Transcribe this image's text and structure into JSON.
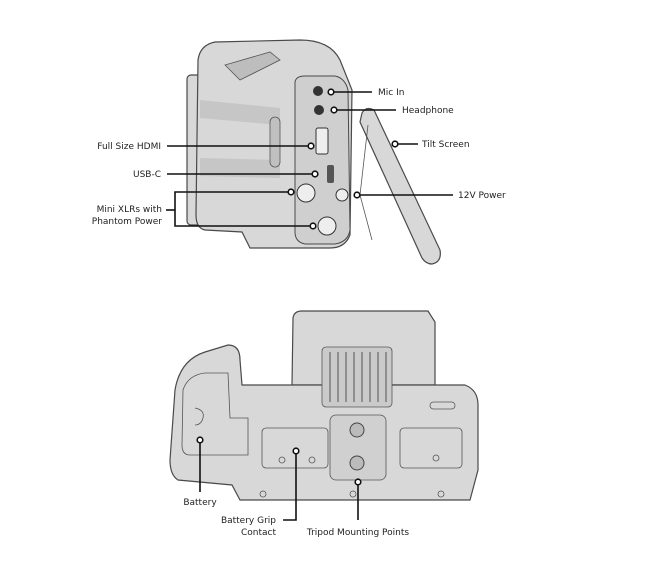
{
  "diagram": {
    "side_view": {
      "callouts": {
        "mic_in": "Mic In",
        "headphone": "Headphone",
        "tilt_screen": "Tilt Screen",
        "full_size_hdmi": "Full Size HDMI",
        "usb_c": "USB-C",
        "mini_xlrs_line1": "Mini XLRs with",
        "mini_xlrs_line2": "Phantom Power",
        "power_12v": "12V Power"
      }
    },
    "bottom_view": {
      "callouts": {
        "battery": "Battery",
        "battery_grip_line1": "Battery Grip",
        "battery_grip_line2": "Contact",
        "tripod_mounting_points": "Tripod Mounting Points"
      }
    }
  }
}
